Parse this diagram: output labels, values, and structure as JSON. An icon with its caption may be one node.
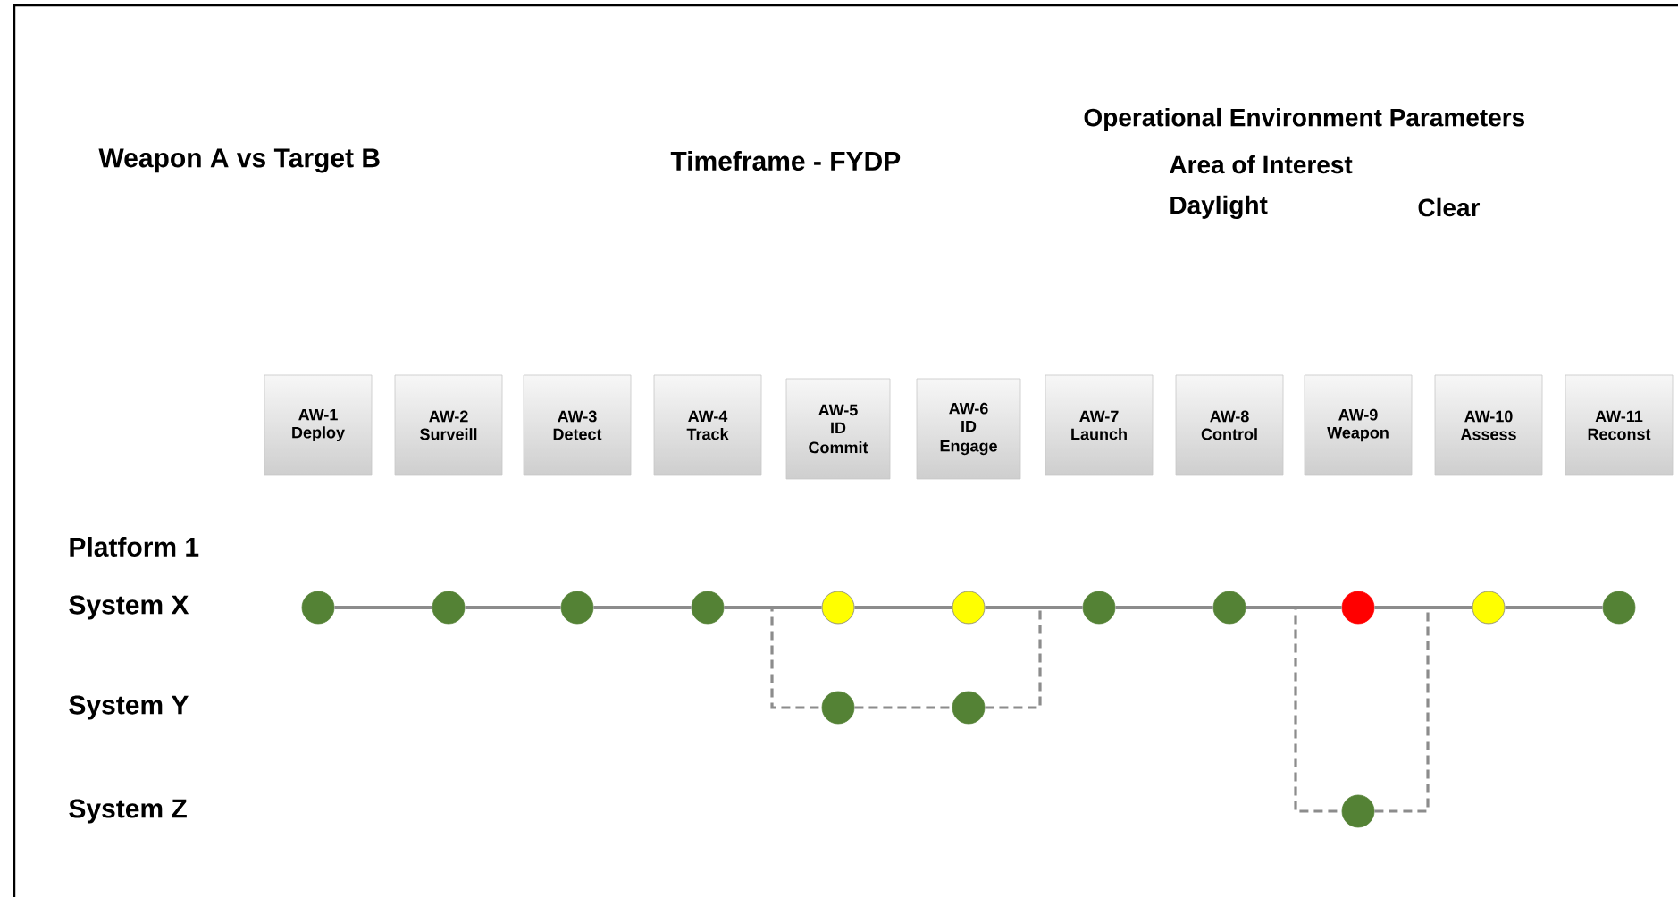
{
  "diagram": {
    "nodes": [
      {
        "text": [
          "AW-1",
          "Deploy"
        ]
      },
      {
        "text": [
          "AW-2",
          "Surveill"
        ]
      },
      {
        "text": [
          "AW-3",
          "Detect"
        ]
      },
      {
        "text": [
          "AW-4",
          "Track"
        ]
      },
      {
        "text": [
          "AW-5",
          "ID Commit"
        ]
      },
      {
        "text": [
          "AW-6",
          "ID Engage"
        ]
      },
      {
        "text": [
          "AW-7",
          "Launch"
        ]
      },
      {
        "text": [
          "AW-8",
          "Control"
        ]
      },
      {
        "text": [
          "AW-9",
          "Weapon"
        ]
      },
      {
        "text": [
          "AW-10",
          "Assess"
        ]
      },
      {
        "text": [
          "AW-11",
          "Reconst"
        ]
      },
      {
        "text": [],
        "shape": "circle"
      },
      {
        "text": [],
        "shape": "circle"
      },
      {
        "text": [],
        "shape": "circle"
      },
      {
        "text": [],
        "shape": "circle"
      },
      {
        "text": [],
        "shape": "circle"
      },
      {
        "text": [],
        "shape": "circle"
      },
      {
        "text": [],
        "shape": "circle"
      },
      {
        "text": [],
        "shape": "circle"
      },
      {
        "text": [],
        "shape": "circle"
      },
      {
        "text": [],
        "shape": "circle"
      },
      {
        "text": [],
        "shape": "circle"
      },
      {
        "text": [],
        "shape": "circle"
      },
      {
        "text": [],
        "shape": "circle"
      },
      {
        "text": [],
        "shape": "circle"
      }
    ],
    "edges": [
      {
        "from": 11,
        "to": 12,
        "arrow": "none"
      },
      {
        "from": 12,
        "to": 13,
        "arrow": "none"
      },
      {
        "from": 13,
        "to": 14,
        "arrow": "none"
      },
      {
        "from": 14,
        "to": 15,
        "arrow": "none"
      },
      {
        "from": 15,
        "to": 16,
        "arrow": "none"
      },
      {
        "from": 16,
        "to": 17,
        "arrow": "none"
      },
      {
        "from": 17,
        "to": 18,
        "arrow": "none"
      },
      {
        "from": 18,
        "to": 19,
        "arrow": "none"
      },
      {
        "from": 19,
        "to": 20,
        "arrow": "none"
      },
      {
        "from": 20,
        "to": 21,
        "arrow": "none"
      },
      {
        "from": 14,
        "to": 22,
        "arrow": "none",
        "style": "dashed"
      },
      {
        "from": 22,
        "to": 23,
        "arrow": "none",
        "style": "dashed"
      },
      {
        "from": 23,
        "to": 17,
        "arrow": "none",
        "style": "dashed"
      },
      {
        "from": 18,
        "to": 24,
        "arrow": "none",
        "style": "dashed"
      },
      {
        "from": 24,
        "to": 20,
        "arrow": "none",
        "style": "dashed"
      }
    ],
    "labels": [
      "Weapon A vs Target B",
      "Timeframe - FYDP",
      "Operational Environment Parameters",
      "Area of Interest",
      "Daylight",
      "Clear",
      "Platform 1",
      "System X",
      "System Y",
      "System Z"
    ]
  }
}
